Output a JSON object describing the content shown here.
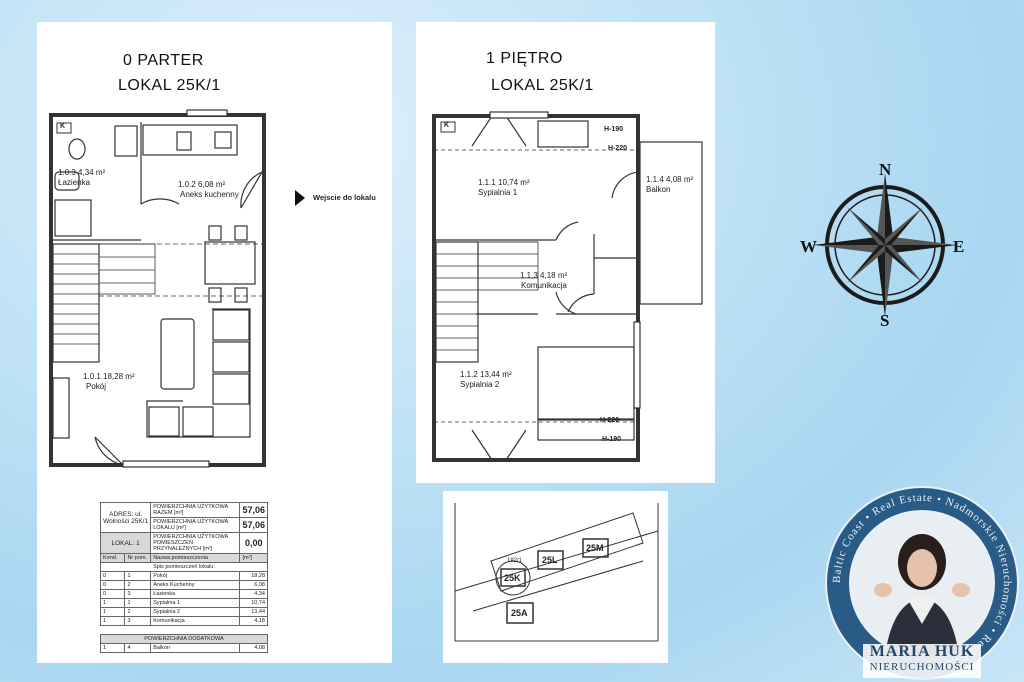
{
  "ground_floor": {
    "title_line1": "0 PARTER",
    "title_line2": "LOKAL 25K/1",
    "entrance_label": "Wejscie do lokalu",
    "rooms": [
      {
        "code": "1.0.3",
        "area": "4,34 m²",
        "name": "Łazienka"
      },
      {
        "code": "1.0.2",
        "area": "6,08 m²",
        "name": "Aneks kuchenny"
      },
      {
        "code": "1.0.1",
        "area": "18,28 m²",
        "name": "Pokój"
      }
    ]
  },
  "first_floor": {
    "title_line1": "1 PIĘTRO",
    "title_line2": "LOKAL 25K/1",
    "rooms": [
      {
        "code": "1.1.1",
        "area": "10,74 m²",
        "name": "Sypialnia 1"
      },
      {
        "code": "1.1.4",
        "area": "4,08 m²",
        "name": "Balkon"
      },
      {
        "code": "1.1.3",
        "area": "4,18 m²",
        "name": "Komunikacja"
      },
      {
        "code": "1.1.2",
        "area": "13,44 m²",
        "name": "Sypialnia 2"
      }
    ],
    "heights": [
      "H-190",
      "H-220",
      "H-220",
      "H-190"
    ]
  },
  "table": {
    "address_label": "ADRES: ul. Wolności 25K/1",
    "total_usable_label": "POWIERZCHNIA UŻYTKOWA RAZEM [m²]",
    "total_usable_value": "57,06",
    "unit_usable_label": "POWIERZCHNIA UŻYTKOWA LOKALU [m²]",
    "unit_usable_value": "57,06",
    "lokal_label": "LOKAL: 1",
    "aux_label": "POWIERZCHNIA UŻYTKOWA POMIESZCZEŃ PRZYNALEŻNYCH [m²]",
    "aux_value": "0,00",
    "headers": [
      "Kond.",
      "Nr pom.",
      "Nazwa pomieszczenia",
      "[m²]"
    ],
    "list_title": "Spis pomieszczeń lokalu:",
    "rows": [
      [
        "0",
        "1",
        "Pokój",
        "18,28"
      ],
      [
        "0",
        "2",
        "Aneks Kuchenny",
        "6,08"
      ],
      [
        "0",
        "3",
        "Łazienka",
        "4,34"
      ],
      [
        "1",
        "1",
        "Sypialnia 1",
        "10,74"
      ],
      [
        "1",
        "2",
        "Sypialnia 2",
        "13,44"
      ],
      [
        "1",
        "3",
        "Komunikacja",
        "4,18"
      ]
    ],
    "additional_title": "POWIERZCHNIA DODATKOWA",
    "additional_row": [
      "1",
      "4",
      "Balkon",
      "4,08"
    ]
  },
  "site_plan": {
    "labels": [
      "192/1",
      "25K",
      "25L",
      "25M",
      "25A"
    ]
  },
  "compass": {
    "n": "N",
    "s": "S",
    "e": "E",
    "w": "W"
  },
  "badge": {
    "ring_text": "Baltic Coast • Real Estate • Nadmorskie Nieruchomości • Real Estate •",
    "name": "MARIA HUK",
    "subtitle": "NIERUCHOMOŚCI"
  },
  "colors": {
    "plan_line": "#333333",
    "compass": "#1b1b1b",
    "badge_ring": "#1f4f7a"
  }
}
